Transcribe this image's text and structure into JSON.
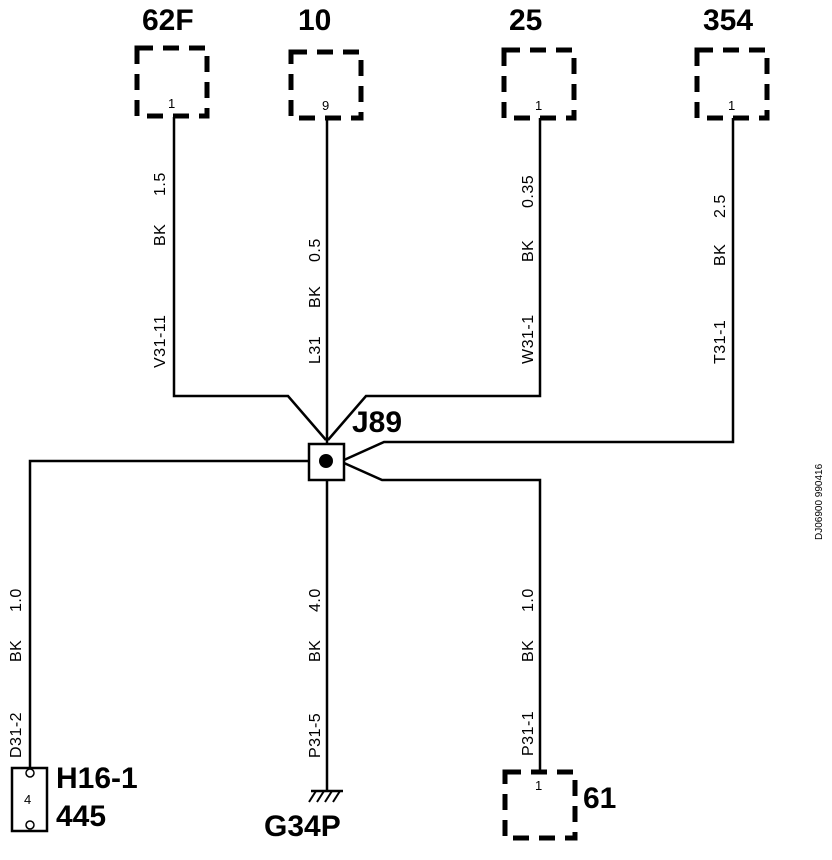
{
  "connectors": {
    "c62f": {
      "label": "62F",
      "pin": "1"
    },
    "c10": {
      "label": "10",
      "pin": "9"
    },
    "c25": {
      "label": "25",
      "pin": "1"
    },
    "c354": {
      "label": "354",
      "pin": "1"
    },
    "c61": {
      "label": "61",
      "pin": "1"
    },
    "h16": {
      "label_top": "H16-1",
      "label_bottom": "445",
      "pin": "4"
    }
  },
  "splice": {
    "label": "J89"
  },
  "ground": {
    "label": "G34P"
  },
  "wires": {
    "v31": {
      "circuit": "V31-11",
      "color": "BK",
      "size": "1.5"
    },
    "l31": {
      "circuit": "L31",
      "color": "BK",
      "size": "0.5"
    },
    "w31": {
      "circuit": "W31-1",
      "color": "BK",
      "size": "0.35"
    },
    "t31": {
      "circuit": "T31-1",
      "color": "BK",
      "size": "2.5"
    },
    "d31": {
      "circuit": "D31-2",
      "color": "BK",
      "size": "1.0"
    },
    "p31_5": {
      "circuit": "P31-5",
      "color": "BK",
      "size": "4.0"
    },
    "p31_1": {
      "circuit": "P31-1",
      "color": "BK",
      "size": "1.0"
    }
  },
  "doc_id": "DJ06900 990416"
}
